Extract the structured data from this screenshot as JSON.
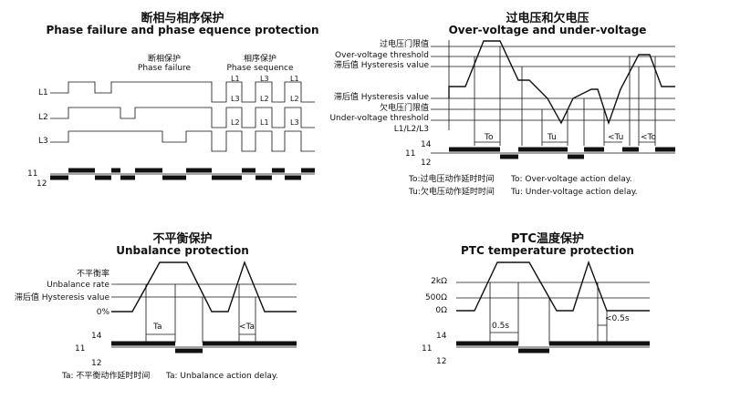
{
  "phase": {
    "title_zh": "断相与相序保护",
    "title_en": "Phase failure and phase equence protection",
    "failure_zh": "断相保护",
    "failure_en": "Phase failure",
    "sequence_zh": "相序保护",
    "sequence_en": "Phase sequence",
    "lines": [
      "L1",
      "L2",
      "L3"
    ],
    "relay": [
      "11",
      "12"
    ],
    "slot1": [
      "L1",
      "L3",
      "L2"
    ],
    "slot2": [
      "L3",
      "L2",
      "L1"
    ],
    "slot3": [
      "L1",
      "L2",
      "L3"
    ]
  },
  "voltage": {
    "title_zh": "过电压和欠电压",
    "title_en": "Over-voltage and under-voltage",
    "ov_zh": "过电压门限值",
    "ov_en": "Over-voltage threshold",
    "hys_top": "滞后值 Hysteresis value",
    "hys_bottom": "滞后值 Hysteresis value",
    "uv_zh": "欠电压门限值",
    "uv_en": "Under-voltage threshold",
    "phases": "L1/L2/L3",
    "relay": [
      "14",
      "11",
      "12"
    ],
    "to": "To",
    "tu": "Tu",
    "ltu": "<Tu",
    "lto": "<To",
    "legend_to_zh": "To:过电压动作延时时间",
    "legend_to_en": "To: Over-voltage action delay.",
    "legend_tu_zh": "Tu:欠电压动作延时时间",
    "legend_tu_en": "Tu: Under-voltage action delay."
  },
  "unbalance": {
    "title_zh": "不平衡保护",
    "title_en": "Unbalance protection",
    "rate_zh": "不平衡率",
    "rate_en": "Unbalance rate",
    "hys": "滞后值 Hysteresis value",
    "zero": "0%",
    "relay": [
      "14",
      "11",
      "12"
    ],
    "ta": "Ta",
    "lta": "<Ta",
    "legend_zh": "Ta: 不平衡动作延时时间",
    "legend_en": "Ta: Unbalance action delay."
  },
  "ptc": {
    "title_zh": "PTC温度保护",
    "title_en": "PTC temperature protection",
    "r2k": "2kΩ",
    "r500": "500Ω",
    "r0": "0Ω",
    "relay": [
      "14",
      "11",
      "12"
    ],
    "t1": "0.5s",
    "t2": "<0.5s"
  }
}
